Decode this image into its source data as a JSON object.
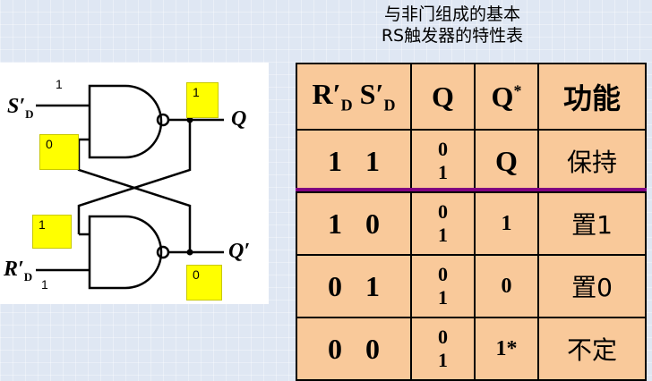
{
  "title": {
    "line1": "与非门组成的基本",
    "line2": "RS触发器的特性表"
  },
  "circuit": {
    "s_input": "S",
    "s_sub": "D",
    "r_input": "R",
    "r_sub": "D",
    "s_value": "1",
    "r_value": "1",
    "q_label": "Q",
    "qn_label": "Q",
    "q_value": "1",
    "qn_value": "0",
    "top_feedback_value": "0",
    "bottom_feedback_value": "1",
    "prime": "′"
  },
  "table": {
    "headers": {
      "rs_r": "R",
      "rs_s": "S",
      "sub": "D",
      "q": "Q",
      "qstar": "Q",
      "star": "*",
      "function": "功能"
    },
    "rows": [
      {
        "r": "1",
        "s": "1",
        "q0": "0",
        "q1": "1",
        "qstar": "Q",
        "function": "保持"
      },
      {
        "r": "1",
        "s": "0",
        "q0": "0",
        "q1": "1",
        "qstar": "1",
        "function": "置1"
      },
      {
        "r": "0",
        "s": "1",
        "q0": "0",
        "q1": "1",
        "qstar": "0",
        "function": "置0"
      },
      {
        "r": "0",
        "s": "0",
        "q0": "0",
        "q1": "1",
        "qstar": "1*",
        "function": "不定"
      }
    ]
  }
}
